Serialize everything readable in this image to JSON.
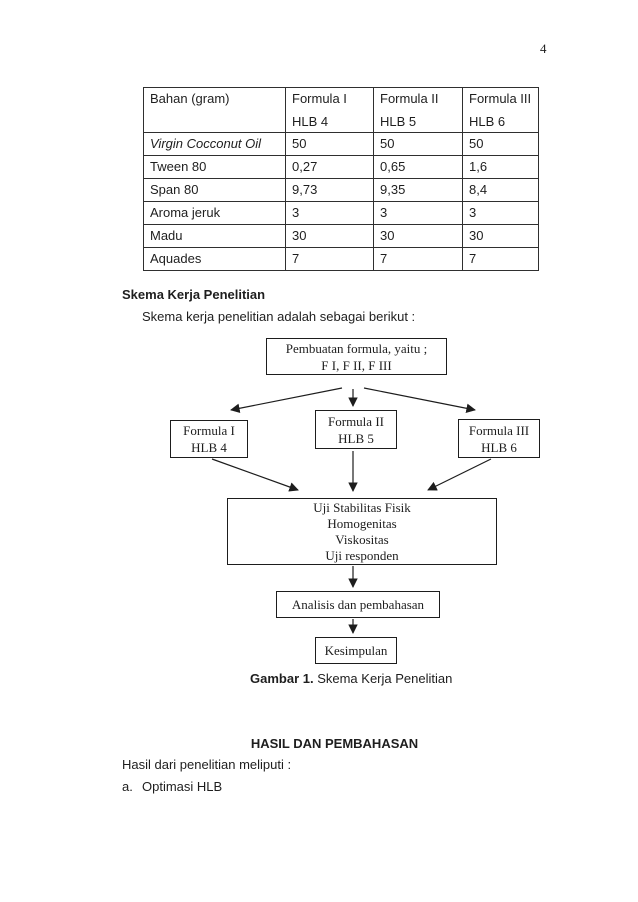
{
  "page": {
    "number": "4"
  },
  "colors": {
    "text": "#1e1e1e",
    "background": "#ffffff",
    "table_border": "#2f2f2f"
  },
  "table": {
    "headers": [
      {
        "line1": "Bahan (gram)",
        "line2": ""
      },
      {
        "line1": "Formula I",
        "line2": "HLB 4"
      },
      {
        "line1": "Formula II",
        "line2": "HLB 5"
      },
      {
        "line1": "Formula III",
        "line2": "HLB 6"
      }
    ],
    "rows": [
      {
        "label": "Virgin Cocconut Oil",
        "values": [
          "50",
          "50",
          "50"
        ]
      },
      {
        "label": "Tween 80",
        "values": [
          "0,27",
          "0,65",
          "1,6"
        ]
      },
      {
        "label": "Span 80",
        "values": [
          "9,73",
          "9,35",
          "8,4"
        ]
      },
      {
        "label": "Aroma jeruk",
        "values": [
          "3",
          "3",
          "3"
        ]
      },
      {
        "label": "Madu",
        "values": [
          "30",
          "30",
          "30"
        ]
      },
      {
        "label": "Aquades",
        "values": [
          "7",
          "7",
          "7"
        ]
      }
    ]
  },
  "section": {
    "heading": "Skema Kerja Penelitian",
    "intro": "Skema kerja penelitian adalah sebagai berikut :"
  },
  "flowchart": {
    "top_box": {
      "line1": "Pembuatan formula, yaitu ;",
      "line2": "F I, F II, F III"
    },
    "formula_boxes": [
      {
        "line1": "Formula I",
        "line2": "HLB 4"
      },
      {
        "line1": "Formula II",
        "line2": "HLB 5"
      },
      {
        "line1": "Formula III",
        "line2": "HLB 6"
      }
    ],
    "uji_box": {
      "lines": [
        "Uji Stabilitas Fisik",
        "Homogenitas",
        "Viskositas",
        "Uji responden"
      ]
    },
    "analisis_box": "Analisis dan pembahasan",
    "kesimpulan_box": "Kesimpulan",
    "caption": {
      "bold": "Gambar 1.",
      "text": " Skema Kerja Penelitian"
    }
  },
  "results": {
    "heading": "HASIL DAN PEMBAHASAN",
    "intro": "Hasil dari penelitian meliputi :",
    "items": [
      {
        "marker": "a.",
        "text": "Optimasi HLB"
      }
    ]
  }
}
